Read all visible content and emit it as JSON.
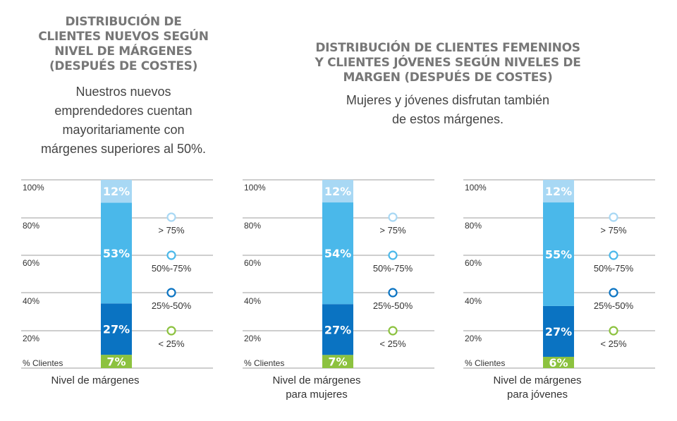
{
  "header_left": {
    "title_lines": [
      "DISTRIBUCIÓN DE",
      "CLIENTES NUEVOS SEGÚN",
      "NIVEL DE MÁRGENES",
      "(DESPUÉS DE COSTES)"
    ],
    "subtitle_lines": [
      "Nuestros nuevos",
      "emprendedores cuentan",
      "mayoritariamente con",
      "márgenes superiores al 50%."
    ]
  },
  "header_right": {
    "title_lines": [
      "DISTRIBUCIÓN DE CLIENTES FEMENINOS",
      "Y CLIENTES JÓVENES SEGÚN NIVELES DE",
      "MARGEN (DESPUÉS DE COSTES)"
    ],
    "subtitle_lines": [
      "Mujeres y jóvenes disfrutan también",
      "de estos márgenes."
    ]
  },
  "colors": {
    "gt75": "#a8d8f4",
    "p50_75": "#4ab8ea",
    "p25_50": "#0a73c2",
    "lt25": "#8cc23f",
    "grid": "#bdbdbd"
  },
  "chart_data": [
    {
      "type": "bar",
      "stacked": true,
      "ylabel": "% Clientes",
      "y_ticks": [
        "100%",
        "80%",
        "60%",
        "40%",
        "20%"
      ],
      "xlabel_lines": [
        "Nivel de márgenes"
      ],
      "segments": [
        {
          "name": "< 25%",
          "value": 7,
          "label": "7%"
        },
        {
          "name": "25%-50%",
          "value": 27,
          "label": "27%"
        },
        {
          "name": "50%-75%",
          "value": 53,
          "label": "53%"
        },
        {
          "name": "> 75%",
          "value": 12,
          "label": "12%"
        }
      ]
    },
    {
      "type": "bar",
      "stacked": true,
      "ylabel": "% Clientes",
      "y_ticks": [
        "100%",
        "80%",
        "60%",
        "40%",
        "20%"
      ],
      "xlabel_lines": [
        "Nivel de márgenes",
        "para mujeres"
      ],
      "segments": [
        {
          "name": "< 25%",
          "value": 7,
          "label": "7%"
        },
        {
          "name": "25%-50%",
          "value": 27,
          "label": "27%"
        },
        {
          "name": "50%-75%",
          "value": 54,
          "label": "54%"
        },
        {
          "name": "> 75%",
          "value": 12,
          "label": "12%"
        }
      ]
    },
    {
      "type": "bar",
      "stacked": true,
      "ylabel": "% Clientes",
      "y_ticks": [
        "100%",
        "80%",
        "60%",
        "40%",
        "20%"
      ],
      "xlabel_lines": [
        "Nivel de márgenes",
        "para jóvenes"
      ],
      "segments": [
        {
          "name": "< 25%",
          "value": 6,
          "label": "6%"
        },
        {
          "name": "25%-50%",
          "value": 27,
          "label": "27%"
        },
        {
          "name": "50%-75%",
          "value": 55,
          "label": "55%"
        },
        {
          "name": "> 75%",
          "value": 12,
          "label": "12%"
        }
      ]
    }
  ],
  "legend": [
    {
      "name": "> 75%",
      "color_key": "gt75"
    },
    {
      "name": "50%-75%",
      "color_key": "p50_75"
    },
    {
      "name": "25%-50%",
      "color_key": "p25_50"
    },
    {
      "name": "< 25%",
      "color_key": "lt25"
    }
  ]
}
